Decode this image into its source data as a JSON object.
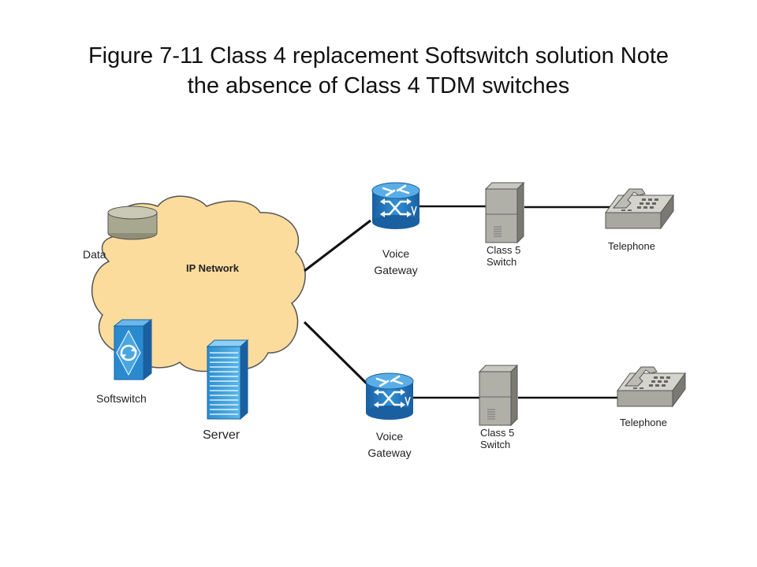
{
  "title": {
    "line1": "Figure 7-11 Class 4 replacement Softswitch solution Note",
    "line2": "the absence of Class 4 TDM switches"
  },
  "cloud": {
    "label": "IP Network",
    "color": "#fcdc9c"
  },
  "data_store": {
    "label": "Data",
    "icon": "database-icon"
  },
  "softswitch": {
    "label": "Softswitch",
    "icon": "softswitch-icon",
    "color": "#2a8ad0"
  },
  "server": {
    "label": "Server",
    "icon": "server-icon",
    "color": "#3aa0d8"
  },
  "gateways": [
    {
      "label_line1": "Voice",
      "label_line2": "Gateway",
      "icon": "voice-gateway-icon"
    },
    {
      "label_line1": "Voice",
      "label_line2": "Gateway",
      "icon": "voice-gateway-icon"
    }
  ],
  "switches": [
    {
      "label_line1": "Class 5",
      "label_line2": "Switch",
      "icon": "class5-switch-icon"
    },
    {
      "label_line1": "Class 5",
      "label_line2": "Switch",
      "icon": "class5-switch-icon"
    }
  ],
  "phones": [
    {
      "label": "Telephone",
      "icon": "telephone-icon"
    },
    {
      "label": "Telephone",
      "icon": "telephone-icon"
    }
  ]
}
